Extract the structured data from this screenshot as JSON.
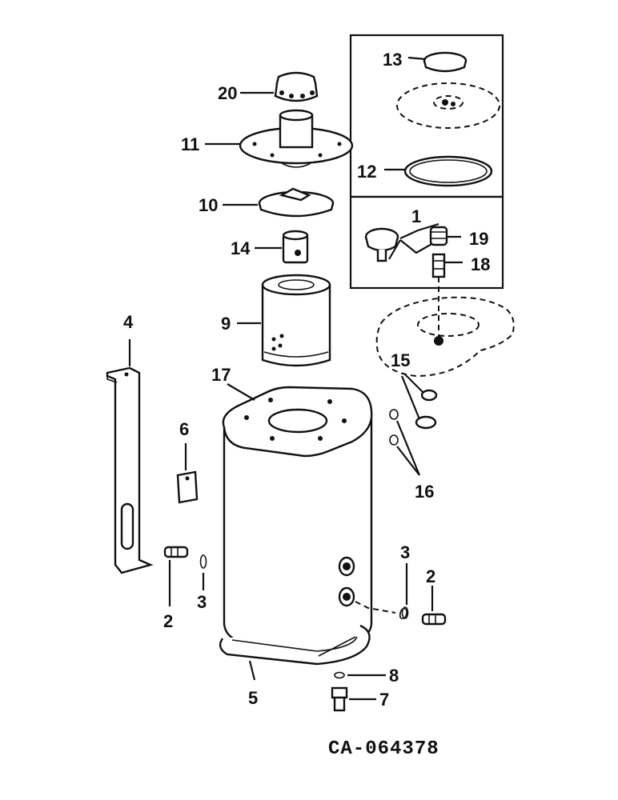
{
  "diagram": {
    "reference_code": "CA-064378",
    "callouts": [
      {
        "id": "1",
        "text": "1"
      },
      {
        "id": "2",
        "text": "2"
      },
      {
        "id": "3",
        "text": "3"
      },
      {
        "id": "4",
        "text": "4"
      },
      {
        "id": "5",
        "text": "5"
      },
      {
        "id": "6",
        "text": "6"
      },
      {
        "id": "7",
        "text": "7"
      },
      {
        "id": "8",
        "text": "8"
      },
      {
        "id": "9",
        "text": "9"
      },
      {
        "id": "10",
        "text": "10"
      },
      {
        "id": "11",
        "text": "11"
      },
      {
        "id": "12",
        "text": "12"
      },
      {
        "id": "13",
        "text": "13"
      },
      {
        "id": "14",
        "text": "14"
      },
      {
        "id": "15",
        "text": "15"
      },
      {
        "id": "16",
        "text": "16"
      },
      {
        "id": "17",
        "text": "17"
      },
      {
        "id": "18",
        "text": "18"
      },
      {
        "id": "19",
        "text": "19"
      },
      {
        "id": "20",
        "text": "20"
      }
    ],
    "washer_marks": [
      "0",
      "0"
    ]
  }
}
